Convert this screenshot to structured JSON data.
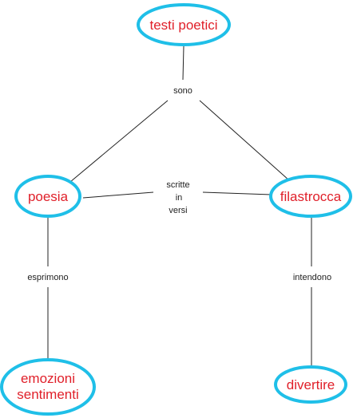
{
  "colors": {
    "node_border": "#1fbfe8",
    "node_text": "#e0202a",
    "line": "#222222",
    "background": "#ffffff"
  },
  "nodes": {
    "testi_poetici": "testi poetici",
    "poesia": "poesia",
    "filastrocca": "filastrocca",
    "emozioni": [
      "emozioni",
      "sentimenti"
    ],
    "divertire": "divertire"
  },
  "links": {
    "sono": "sono",
    "scritte_in_versi": [
      "scritte",
      "in",
      "versi"
    ],
    "esprimono": "esprimono",
    "intendono": "intendono"
  }
}
